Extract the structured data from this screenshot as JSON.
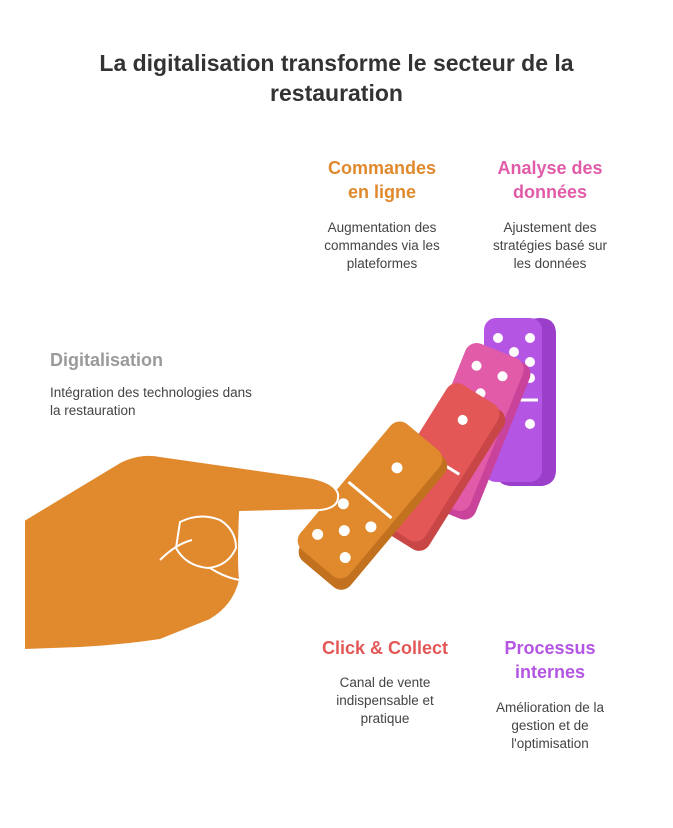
{
  "title": "La digitalisation transforme le secteur de la restauration",
  "colors": {
    "orange": "#E0892D",
    "red": "#E45757",
    "pink": "#E15BA8",
    "purple": "#B455E3",
    "gray": "#9A9A9A",
    "text": "#444444"
  },
  "items": {
    "digitalisation": {
      "label": "Digitalisation",
      "desc_lines": [
        "Intégration des technologies dans",
        "la restauration"
      ]
    },
    "commandes": {
      "label_lines": [
        "Commandes",
        "en ligne"
      ],
      "desc_lines": [
        "Augmentation des",
        "commandes via les",
        "plateformes"
      ]
    },
    "analyse": {
      "label_lines": [
        "Analyse des",
        "données"
      ],
      "desc_lines": [
        "Ajustement des",
        "stratégies basé sur",
        "les données"
      ]
    },
    "click": {
      "label": "Click & Collect",
      "desc_lines": [
        "Canal de vente",
        "indispensable et",
        "pratique"
      ]
    },
    "processus": {
      "label_lines": [
        "Processus",
        "internes"
      ],
      "desc_lines": [
        "Amélioration de la",
        "gestion et de",
        "l'optimisation"
      ]
    }
  }
}
